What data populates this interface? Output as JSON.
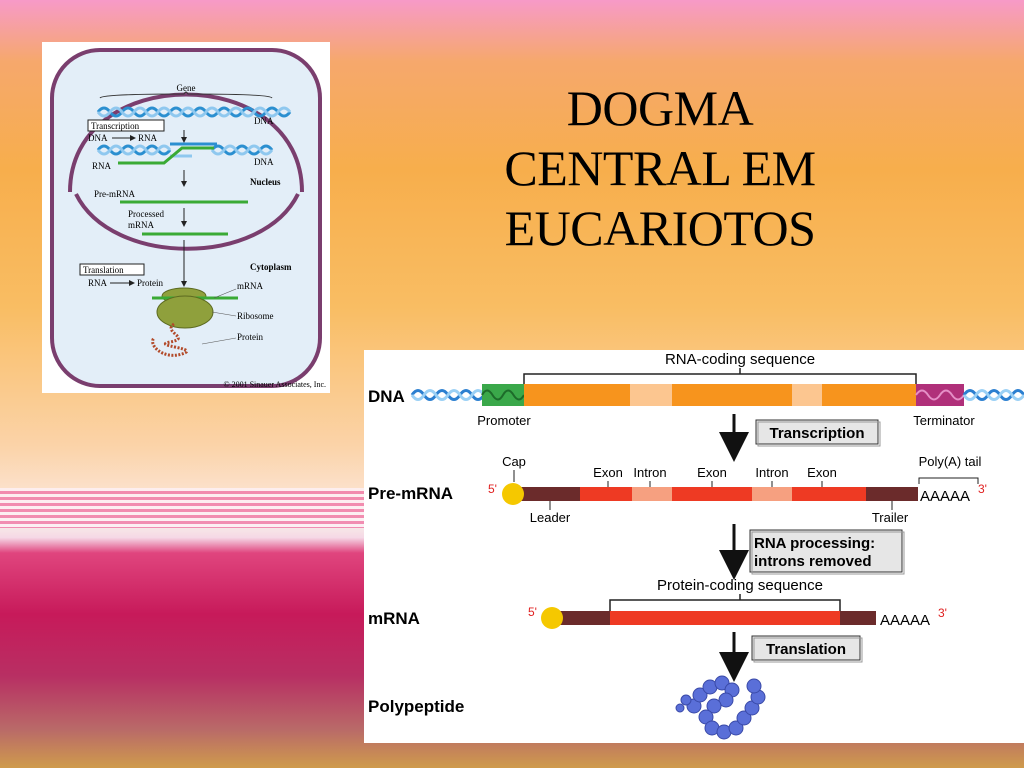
{
  "slide": {
    "title": "DOGMA\nCENTRAL EM\nEUCARIOTOS"
  },
  "cell_diagram": {
    "gene": "Gene",
    "dna_top": "DNA",
    "transcription_box": "Transcription",
    "dna_arrow": "DNA",
    "rna_arrow": "RNA",
    "rna": "RNA",
    "dna_mid": "DNA",
    "nucleus": "Nucleus",
    "pre_mrna": "Pre-mRNA",
    "processed_1": "Processed",
    "processed_2": "mRNA",
    "translation_box": "Translation",
    "cytoplasm": "Cytoplasm",
    "rna_label": "RNA",
    "protein_arrow": "Protein",
    "mrna": "mRNA",
    "ribosome": "Ribosome",
    "protein": "Protein",
    "copyright": "© 2001 Sinauer Associates, Inc."
  },
  "flow_diagram": {
    "rna_coding": "RNA-coding sequence",
    "dna": "DNA",
    "promoter": "Promoter",
    "terminator": "Terminator",
    "transcription": "Transcription",
    "cap": "Cap",
    "exon_1": "Exon",
    "intron_1": "Intron",
    "exon_2": "Exon",
    "intron_2": "Intron",
    "exon_3": "Exon",
    "polya_tail": "Poly(A) tail",
    "five_prime_1": "5'",
    "pre_mrna": "Pre-mRNA",
    "aaaaa_1": "AAAAA",
    "three_prime_1": "3'",
    "leader": "Leader",
    "trailer": "Trailer",
    "rna_processing_1": "RNA processing:",
    "rna_processing_2": "introns removed",
    "protein_coding": "Protein-coding sequence",
    "five_prime_2": "5'",
    "mrna": "mRNA",
    "aaaaa_2": "AAAAA",
    "three_prime_2": "3'",
    "translation": "Translation",
    "polypeptide": "Polypeptide"
  },
  "colors": {
    "orange": "#f7941d",
    "light_orange": "#fcc690",
    "red_exon": "#ee3a23",
    "intron": "#f6a080",
    "brown": "#6b2b2b",
    "green_strand": "#3aaa35",
    "cap_yellow": "#f5c800",
    "polypeptide_blue": "#5a6fd8"
  }
}
